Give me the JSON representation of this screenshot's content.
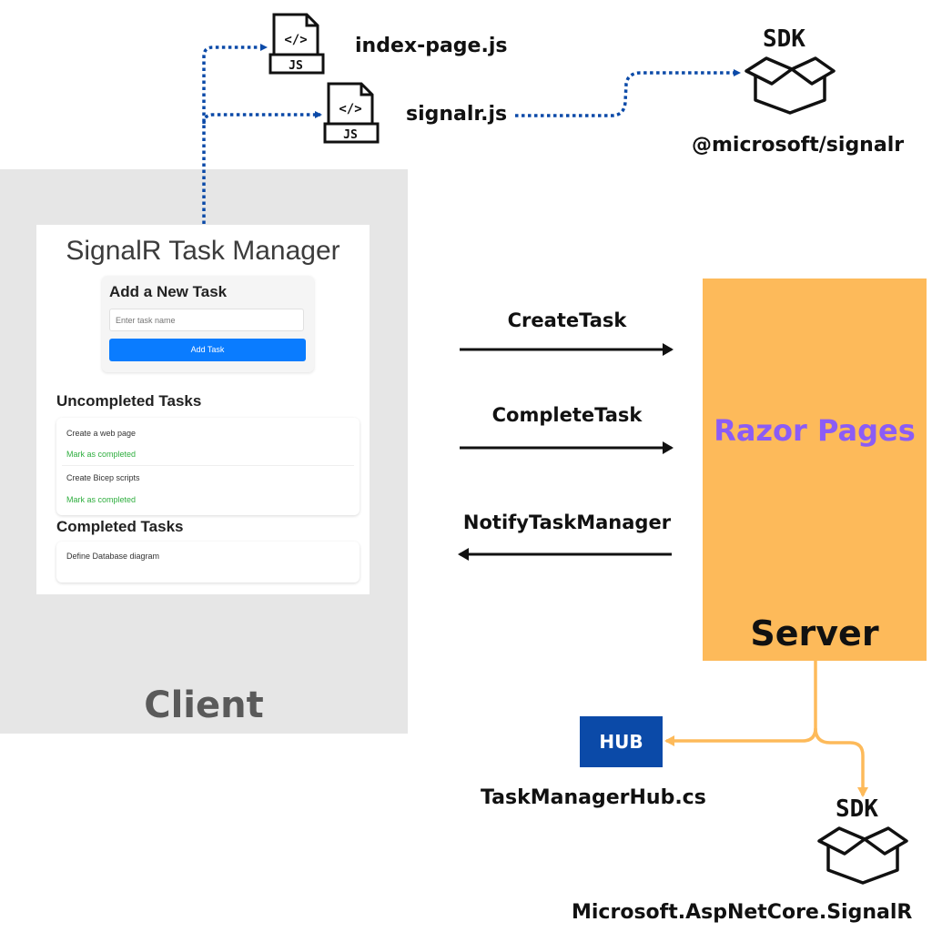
{
  "client": {
    "label": "Client",
    "app": {
      "title": "SignalR Task Manager",
      "add_section": {
        "title": "Add a New Task",
        "input_placeholder": "Enter task name",
        "input_value": "",
        "button_label": "Add Task"
      },
      "uncompleted": {
        "title": "Uncompleted Tasks",
        "tasks": [
          {
            "name": "Create a web page",
            "action": "Mark as completed"
          },
          {
            "name": "Create Bicep scripts",
            "action": "Mark as completed"
          }
        ]
      },
      "completed": {
        "title": "Completed Tasks",
        "tasks": [
          {
            "name": "Define Database diagram"
          }
        ]
      }
    }
  },
  "client_files": [
    {
      "name": "index-page.js",
      "icon": "js-file-icon",
      "icon_text": "JS"
    },
    {
      "name": "signalr.js",
      "icon": "js-file-icon",
      "icon_text": "JS"
    }
  ],
  "client_sdk": {
    "badge": "SDK",
    "package": "@microsoft/signalr",
    "icon": "open-box-icon"
  },
  "operations": [
    {
      "name": "CreateTask",
      "direction": "client-to-server"
    },
    {
      "name": "CompleteTask",
      "direction": "client-to-server"
    },
    {
      "name": "NotifyTaskManager",
      "direction": "server-to-client"
    }
  ],
  "server": {
    "label": "Server",
    "framework": "Razor Pages"
  },
  "hub": {
    "badge": "HUB",
    "file": "TaskManagerHub.cs"
  },
  "server_sdk": {
    "badge": "SDK",
    "package": "Microsoft.AspNetCore.SignalR",
    "icon": "open-box-icon"
  },
  "colors": {
    "client_zone": "#e6e6e6",
    "client_label": "#5a5a5a",
    "dotted_connector": "#0b4aa8",
    "server_box": "#fdba5a",
    "razor_text": "#8b5cf6",
    "hub_box": "#0b4aa8",
    "server_connector": "#fdba5a",
    "add_button": "#0a7cff",
    "mark_link": "#2fae3f"
  }
}
